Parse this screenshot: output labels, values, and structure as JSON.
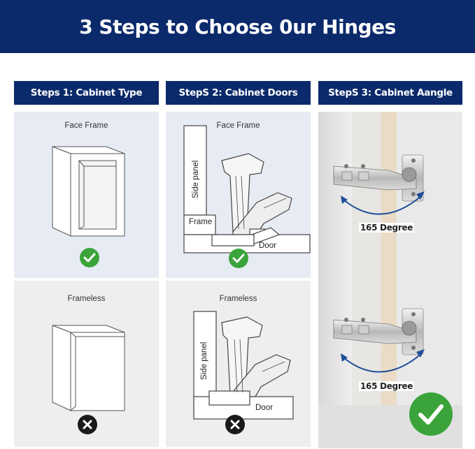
{
  "banner": {
    "title": "3 Steps to Choose 0ur Hinges"
  },
  "columns": [
    {
      "header": "Steps 1: Cabinet Type"
    },
    {
      "header": "StepS 2: Cabinet Doors"
    },
    {
      "header": "StepS 3: Cabinet Aangle"
    }
  ],
  "cabinet_type": {
    "face_frame_label": "Face Frame",
    "frameless_label": "Frameless"
  },
  "cabinet_doors": {
    "face_frame_label": "Face Frame",
    "frameless_label": "Frameless",
    "side_panel_label": "Side panel",
    "frame_label": "Frame",
    "door_label": "Door"
  },
  "cabinet_angle": {
    "top_degree": "165 Degree",
    "bottom_degree": "165 Degree"
  },
  "colors": {
    "navy": "#0b2a6b",
    "check_green": "#3aa43a",
    "cross_black": "#1a1a1a"
  },
  "icons": {
    "ok": "check-circle-icon",
    "no": "cross-circle-icon"
  }
}
